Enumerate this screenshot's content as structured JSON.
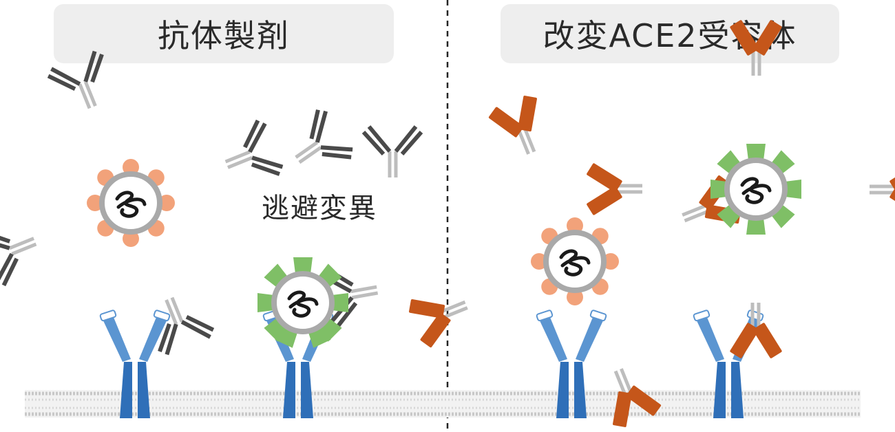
{
  "panels": {
    "left_title": "抗体製剤",
    "right_title": "改変ACE2受容体"
  },
  "annotation": {
    "escape_variant": "逃避変異"
  },
  "colors": {
    "antibody_dark": "#4a4a4a",
    "antibody_light": "#bdbdbd",
    "spike_orange": "#f2a27a",
    "spike_green": "#7fbf66",
    "decoy_brown": "#c5561a",
    "receptor_blue": "#3f7fc4",
    "membrane": "#c8c8c8"
  }
}
